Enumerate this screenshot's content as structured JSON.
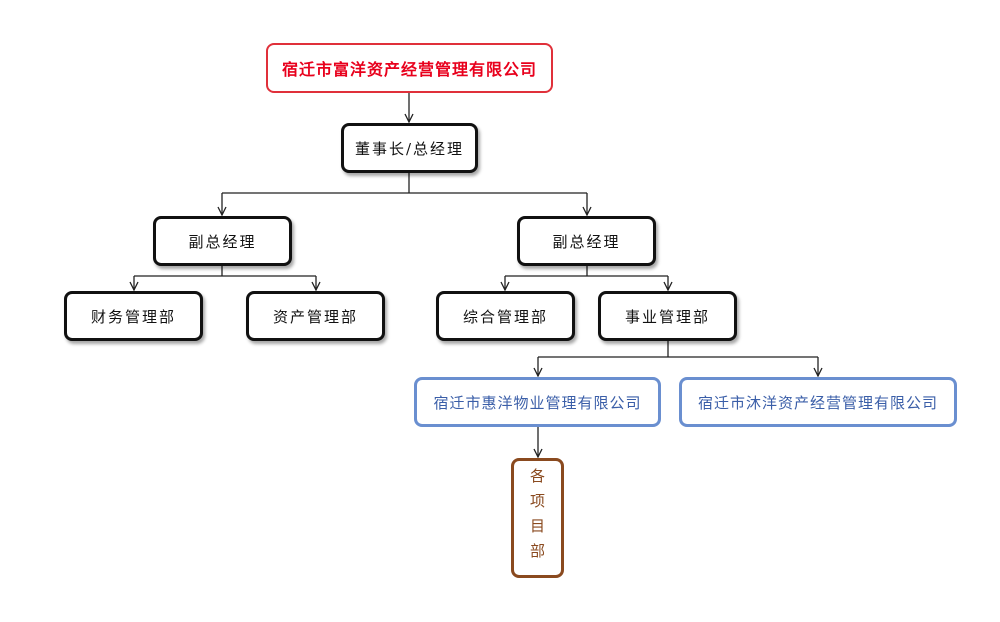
{
  "company": "宿迁市富洋资产经营管理有限公司",
  "chairman": "董事长/总经理",
  "vp_left": "副总经理",
  "vp_right": "副总经理",
  "finance_dept": "财务管理部",
  "asset_dept": "资产管理部",
  "general_dept": "综合管理部",
  "business_dept": "事业管理部",
  "huiyang_company": "宿迁市惠洋物业管理有限公司",
  "muyang_company": "宿迁市沐洋资产经营管理有限公司",
  "project_depts": "各项目部",
  "colors": {
    "company": "#e8001c",
    "subsidiary": "#3a5ea8",
    "project": "#8a4a1f"
  }
}
